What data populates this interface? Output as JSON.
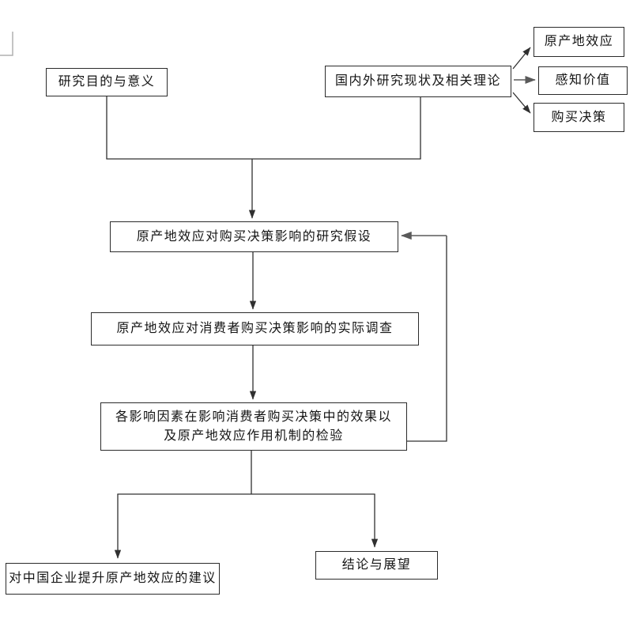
{
  "diagram": {
    "type": "flowchart",
    "nodes": {
      "purpose": {
        "label": "研究目的与意义"
      },
      "review": {
        "label": "国内外研究现状及相关理论"
      },
      "coo_effect": {
        "label": "原产地效应"
      },
      "perceived_value": {
        "label": "感知价值"
      },
      "purchase_decision": {
        "label": "购买决策"
      },
      "hypothesis": {
        "label": "原产地效应对购买决策影响的研究假设"
      },
      "survey": {
        "label": "原产地效应对消费者购买决策影响的实际调查"
      },
      "test": {
        "label": "各影响因素在影响消费者购买决策中的效果以\n及原产地效应作用机制的检验"
      },
      "suggestion": {
        "label": "对中国企业提升原产地效应的建议"
      },
      "conclusion": {
        "label": "结论与展望"
      }
    },
    "edges": [
      {
        "from": "purpose",
        "to": "hypothesis",
        "via": "merge-junction"
      },
      {
        "from": "review",
        "to": "hypothesis",
        "via": "merge-junction"
      },
      {
        "from": "review",
        "to": "coo_effect"
      },
      {
        "from": "review",
        "to": "perceived_value"
      },
      {
        "from": "review",
        "to": "purchase_decision"
      },
      {
        "from": "hypothesis",
        "to": "survey"
      },
      {
        "from": "survey",
        "to": "test"
      },
      {
        "from": "test",
        "to": "hypothesis",
        "via": "feedback-loop"
      },
      {
        "from": "test",
        "to": "suggestion",
        "via": "split-junction"
      },
      {
        "from": "test",
        "to": "conclusion",
        "via": "split-junction"
      }
    ],
    "colors": {
      "line": "#303030",
      "line_gray": "#5a5a5a",
      "box_border": "#2b2b2b",
      "box_fill": "#ffffff",
      "text": "#141414",
      "page_corner_mark": "#b0b0b0",
      "background": "#ffffff"
    }
  }
}
